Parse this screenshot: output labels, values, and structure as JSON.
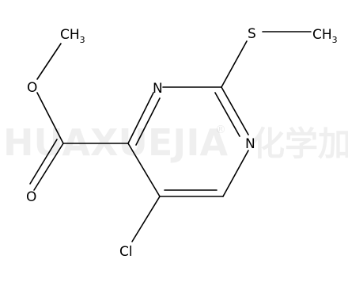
{
  "molecule": {
    "atoms": {
      "o_ether": "O",
      "o_carbonyl": "O",
      "n_top": "N",
      "n_right": "N",
      "s": "S",
      "cl": "Cl"
    },
    "methyl_groups": {
      "ester": {
        "main": "CH",
        "sub": "3"
      },
      "thio": {
        "main": "CH",
        "sub": "3"
      }
    }
  },
  "watermark": {
    "latin": "HUAXUEJIA",
    "registered": "®",
    "chinese": "化学加"
  }
}
